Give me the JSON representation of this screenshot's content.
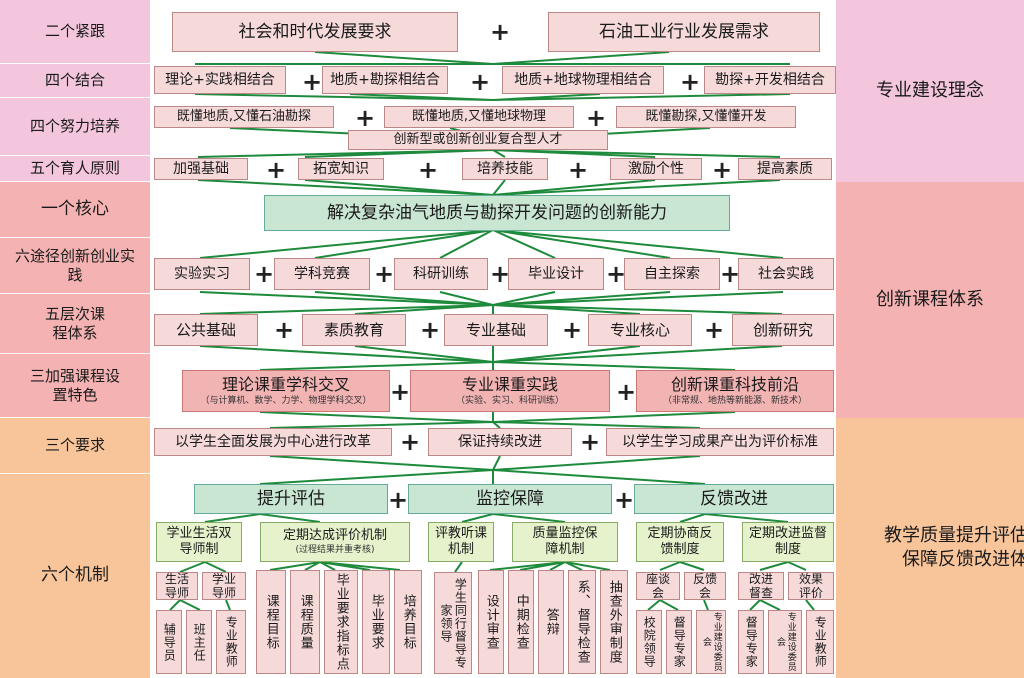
{
  "left_labels": [
    "二个紧跟",
    "四个结合",
    "四个努力培养",
    "五个育人原则",
    "一个核心",
    "六途径创新创业实践",
    "五层次课程体系",
    "三加强课程设置特色",
    "三个要求",
    "六个机制"
  ],
  "right_labels": [
    "专业建设理念",
    "创新课程体系",
    "教学质量提升评估监控保障反馈改进体系"
  ],
  "row1": [
    "社会和时代发展要求",
    "石油工业行业发展需求"
  ],
  "row2": [
    "理论+实践相结合",
    "地质+勘探相结合",
    "地质+地球物理相结合",
    "勘探+开发相结合"
  ],
  "row3": [
    "既懂地质,又懂石油勘探",
    "既懂地质,又懂地球物理",
    "既懂勘探,又懂懂开发"
  ],
  "row3b": "创新型或创新创业复合型人才",
  "row4": [
    "加强基础",
    "拓宽知识",
    "培养技能",
    "激励个性",
    "提高素质"
  ],
  "core": "解决复杂油气地质与勘探开发问题的创新能力",
  "row6": [
    "实验实习",
    "学科竞赛",
    "科研训练",
    "毕业设计",
    "自主探索",
    "社会实践"
  ],
  "row7": [
    "公共基础",
    "素质教育",
    "专业基础",
    "专业核心",
    "创新研究"
  ],
  "row8": [
    {
      "title": "理论课重学科交叉",
      "sub": "（与计算机、数学、力学、物理学科交叉）"
    },
    {
      "title": "专业课重实践",
      "sub": "（实验、实习、科研训练）"
    },
    {
      "title": "创新课重科技前沿",
      "sub": "（非常规、地热等新能源、新技术）"
    }
  ],
  "row9": [
    "以学生全面发展为中心进行改革",
    "保证持续改进",
    "以学生学习成果产出为评价标准"
  ],
  "row10": [
    "提升评估",
    "监控保障",
    "反馈改进"
  ],
  "mech": [
    {
      "title": "学业生活双导师制",
      "sub": ""
    },
    {
      "title": "定期达成评价机制",
      "sub": "(过程结果并重考核)"
    },
    {
      "title": "评教听课机制",
      "sub": ""
    },
    {
      "title": "质量监控保障机制",
      "sub": ""
    },
    {
      "title": "定期协商反馈制度",
      "sub": ""
    },
    {
      "title": "定期改进监督制度",
      "sub": ""
    }
  ],
  "mech_sub": [
    "生活导师",
    "学业导师",
    "座谈会",
    "反馈会",
    "改进督查",
    "效果评价"
  ],
  "leaves": [
    "辅导员",
    "班主任",
    "专业教师",
    "课程目标",
    "课程质量",
    "毕业要求指标点",
    "毕业要求",
    "培养目标",
    "学生同行督导专家领导",
    "设计审查",
    "中期检查",
    "答辩",
    "系、督导检查",
    "抽查外审制度",
    "校院领导",
    "督导专家",
    "专业建设委员会",
    "督导专家",
    "专业建设委员会",
    "专业教师"
  ],
  "plus": "+",
  "colors": {
    "band1": "#f3c6de",
    "band2": "#f4b2b2",
    "band3": "#f8c59b",
    "arrow": "#1e8a3c"
  }
}
